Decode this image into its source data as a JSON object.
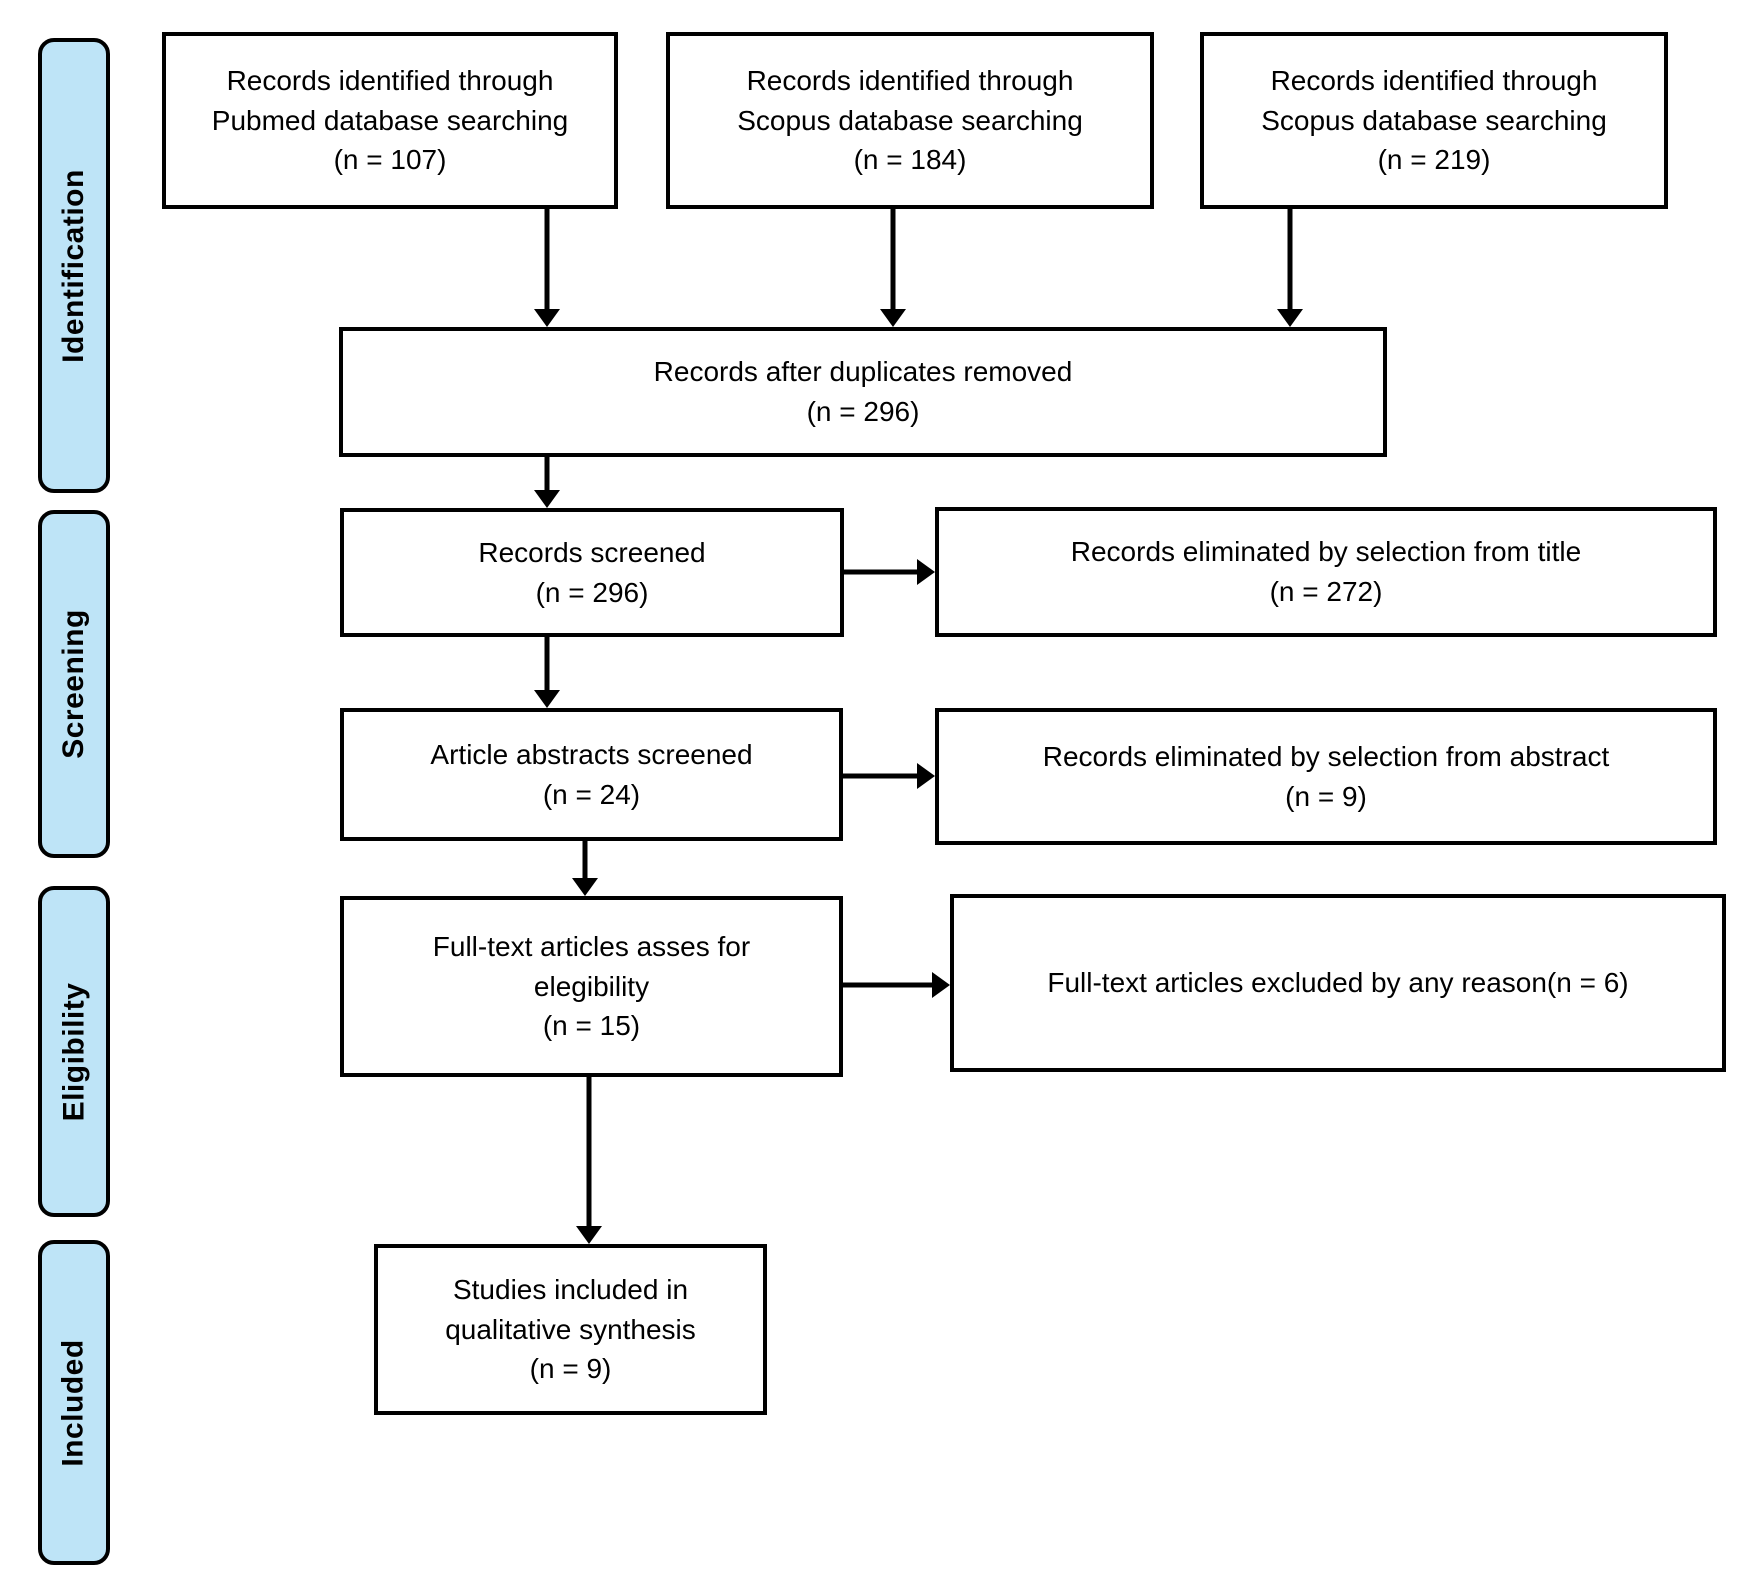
{
  "figure": {
    "kind": "prisma-flow-diagram"
  },
  "sidebar": {
    "stages": [
      {
        "label": "Identification"
      },
      {
        "label": "Screening"
      },
      {
        "label": "Eligibility"
      },
      {
        "label": "Included"
      }
    ]
  },
  "boxes": {
    "pubmed": {
      "lines": [
        "Records identified through",
        "Pubmed database searching",
        "(n = 107)"
      ]
    },
    "scopus1": {
      "lines": [
        "Records identified through",
        "Scopus database searching",
        "(n = 184)"
      ]
    },
    "scopus2": {
      "lines": [
        "Records identified through",
        "Scopus database searching",
        "(n = 219)"
      ]
    },
    "duplicates": {
      "lines": [
        "Records after duplicates removed",
        "(n = 296)"
      ]
    },
    "screened": {
      "lines": [
        "Records screened",
        "(n = 296)"
      ]
    },
    "title_excluded": {
      "lines": [
        "Records eliminated by selection from title",
        "(n = 272)"
      ]
    },
    "abstracts": {
      "lines": [
        "Article abstracts screened",
        "(n = 24)"
      ]
    },
    "abstract_excluded": {
      "lines": [
        "Records eliminated by selection from abstract",
        "(n = 9)"
      ]
    },
    "fulltext": {
      "lines": [
        "Full-text articles asses for",
        "elegibility",
        "(n = 15)"
      ]
    },
    "fulltext_excluded": {
      "lines": [
        "Full-text articles excluded by any reason(n = 6)"
      ]
    },
    "included": {
      "lines": [
        "Studies included in",
        "qualitative synthesis",
        "(n = 9)"
      ]
    }
  },
  "colors": {
    "stage_fill": "#BEE4F7",
    "box_border": "#000000",
    "arrow": "#000000",
    "background": "#FFFFFF"
  }
}
